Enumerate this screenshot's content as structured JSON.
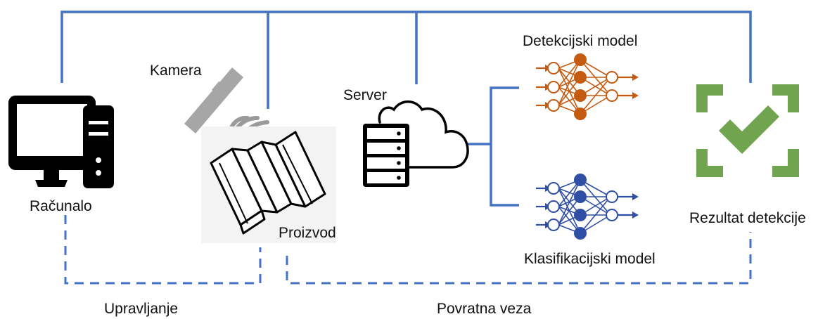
{
  "labels": {
    "computer": "Računalo",
    "camera": "Kamera",
    "product": "Proizvod",
    "server": "Server",
    "detection_model": "Detekcijski model",
    "classification_model": "Klasifikacijski model",
    "result": "Rezultat detekcije",
    "control": "Upravljanje",
    "feedback": "Povratna veza"
  },
  "colors": {
    "connector_blue": "#4472c4",
    "detection_orange": "#c55a11",
    "classification_blue": "#2f4ea5",
    "result_green": "#70a44f",
    "camera_gray": "#a6a6a6",
    "icon_black": "#000000"
  },
  "icons": {
    "computer": "desktop-computer-icon",
    "camera": "camera-icon",
    "product": "corrugated-sheet-icon",
    "server": "server-rack-icon",
    "cloud": "cloud-icon",
    "detection_model": "neural-network-icon",
    "classification_model": "neural-network-icon",
    "result": "checkmark-frame-icon"
  }
}
